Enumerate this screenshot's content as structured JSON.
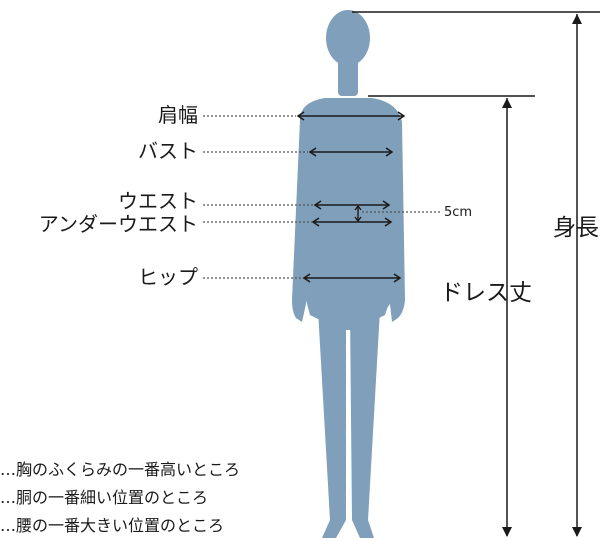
{
  "labels": {
    "shoulder": "肩幅",
    "bust": "バスト",
    "waist": "ウエスト",
    "under_waist": "アンダーウエスト",
    "hip": "ヒップ",
    "offset": "5cm",
    "dress_length": "ドレス丈",
    "height": "身長"
  },
  "notes": [
    "…胸のふくらみの一番高いところ",
    "…胴の一番細い位置のところ",
    "…腰の一番大きい位置のところ"
  ],
  "colors": {
    "silhouette": "#7f9fbb",
    "line": "#1a1a1a",
    "dotted": "#555555"
  }
}
